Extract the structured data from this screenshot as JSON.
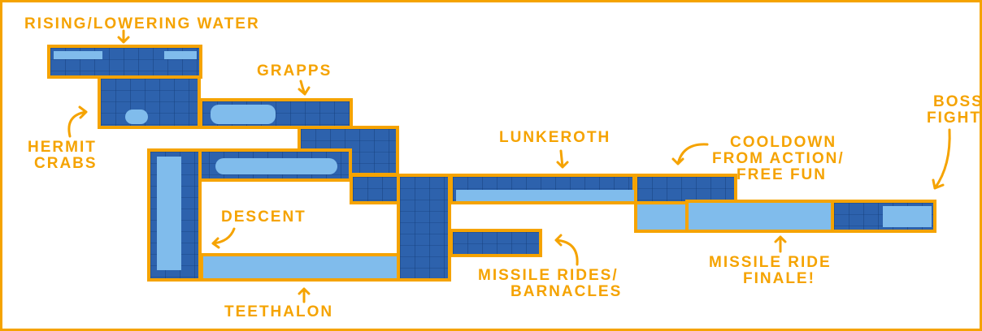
{
  "labels": {
    "rising_water": "RISING/LOWERING WATER",
    "grapps": "GRAPPS",
    "hermit_crabs_1": "HERMIT",
    "hermit_crabs_2": "CRABS",
    "descent": "DESCENT",
    "teethalon": "TEETHALON",
    "lunkeroth": "LUNKEROTH",
    "missile_rides_1": "MISSILE RIDES/",
    "missile_rides_2": "BARNACLES",
    "cooldown_1": "COOLDOWN",
    "cooldown_2": "FROM ACTION/",
    "cooldown_3": "FREE FUN",
    "finale_1": "MISSILE RIDE",
    "finale_2": "FINALE!",
    "boss_1": "BOSS",
    "boss_2": "FIGHT"
  },
  "colors": {
    "outline": "#f5a300",
    "deep_water": "#2d62ad",
    "shallow_water": "#80bcec"
  }
}
